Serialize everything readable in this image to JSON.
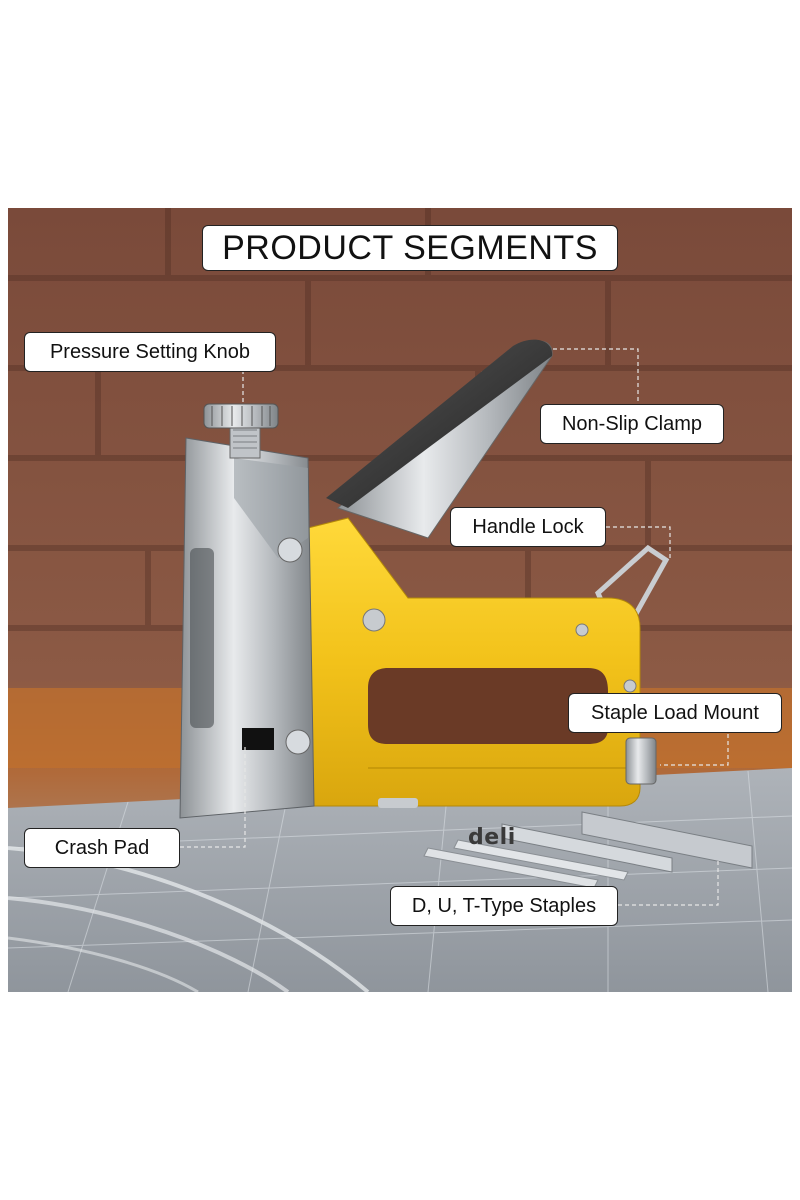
{
  "title": "PRODUCT SEGMENTS",
  "brand_logo_text": "deli",
  "labels": {
    "pressure_knob": "Pressure Setting Knob",
    "non_slip_clamp": "Non-Slip Clamp",
    "handle_lock": "Handle Lock",
    "staple_load_mount": "Staple Load Mount",
    "crash_pad": "Crash Pad",
    "staples": "D, U, T-Type Staples"
  },
  "colors": {
    "stapler_body": "#f2c21a",
    "brick_wall": "#8a4a36",
    "cutting_mat": "#9aa0a8",
    "label_background": "#ffffff"
  }
}
